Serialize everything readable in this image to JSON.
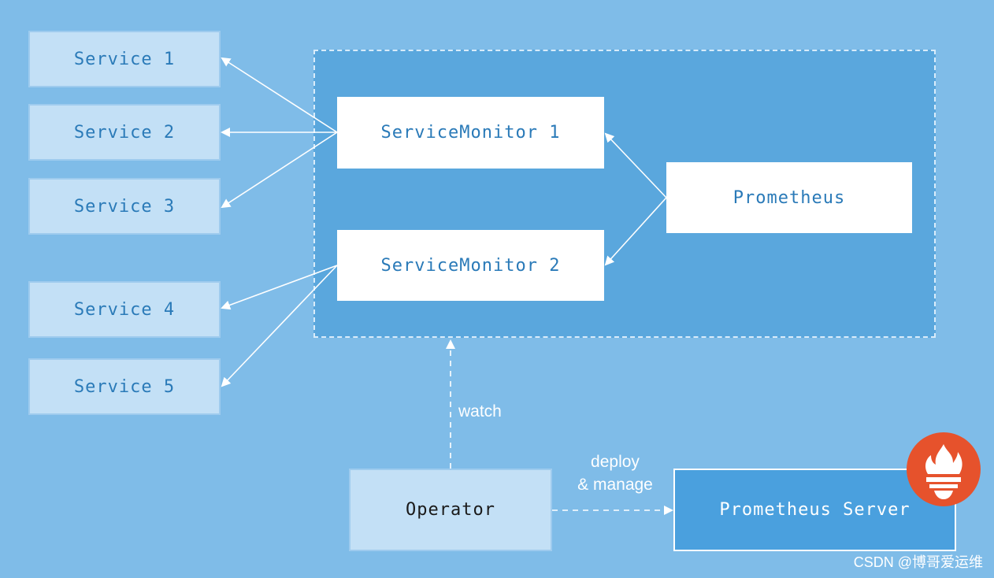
{
  "services": [
    {
      "label": "Service 1"
    },
    {
      "label": "Service 2"
    },
    {
      "label": "Service 3"
    },
    {
      "label": "Service 4"
    },
    {
      "label": "Service 5"
    }
  ],
  "service_monitors": [
    {
      "label": "ServiceMonitor 1"
    },
    {
      "label": "ServiceMonitor 2"
    }
  ],
  "prometheus": {
    "label": "Prometheus"
  },
  "operator": {
    "label": "Operator"
  },
  "prometheus_server": {
    "label": "Prometheus Server",
    "logo_icon": "prometheus-flame-icon"
  },
  "edges": {
    "watch": "watch",
    "deploy_line1": "deploy",
    "deploy_line2": "& manage"
  },
  "watermark": "CSDN @博哥爱运维",
  "colors": {
    "background": "#7fbce8",
    "group_fill": "#5aa7dd",
    "service_fill": "#c3e0f6",
    "text_blue": "#2a7ab8",
    "server_fill": "#4aa0de",
    "logo_orange": "#e6522c"
  }
}
